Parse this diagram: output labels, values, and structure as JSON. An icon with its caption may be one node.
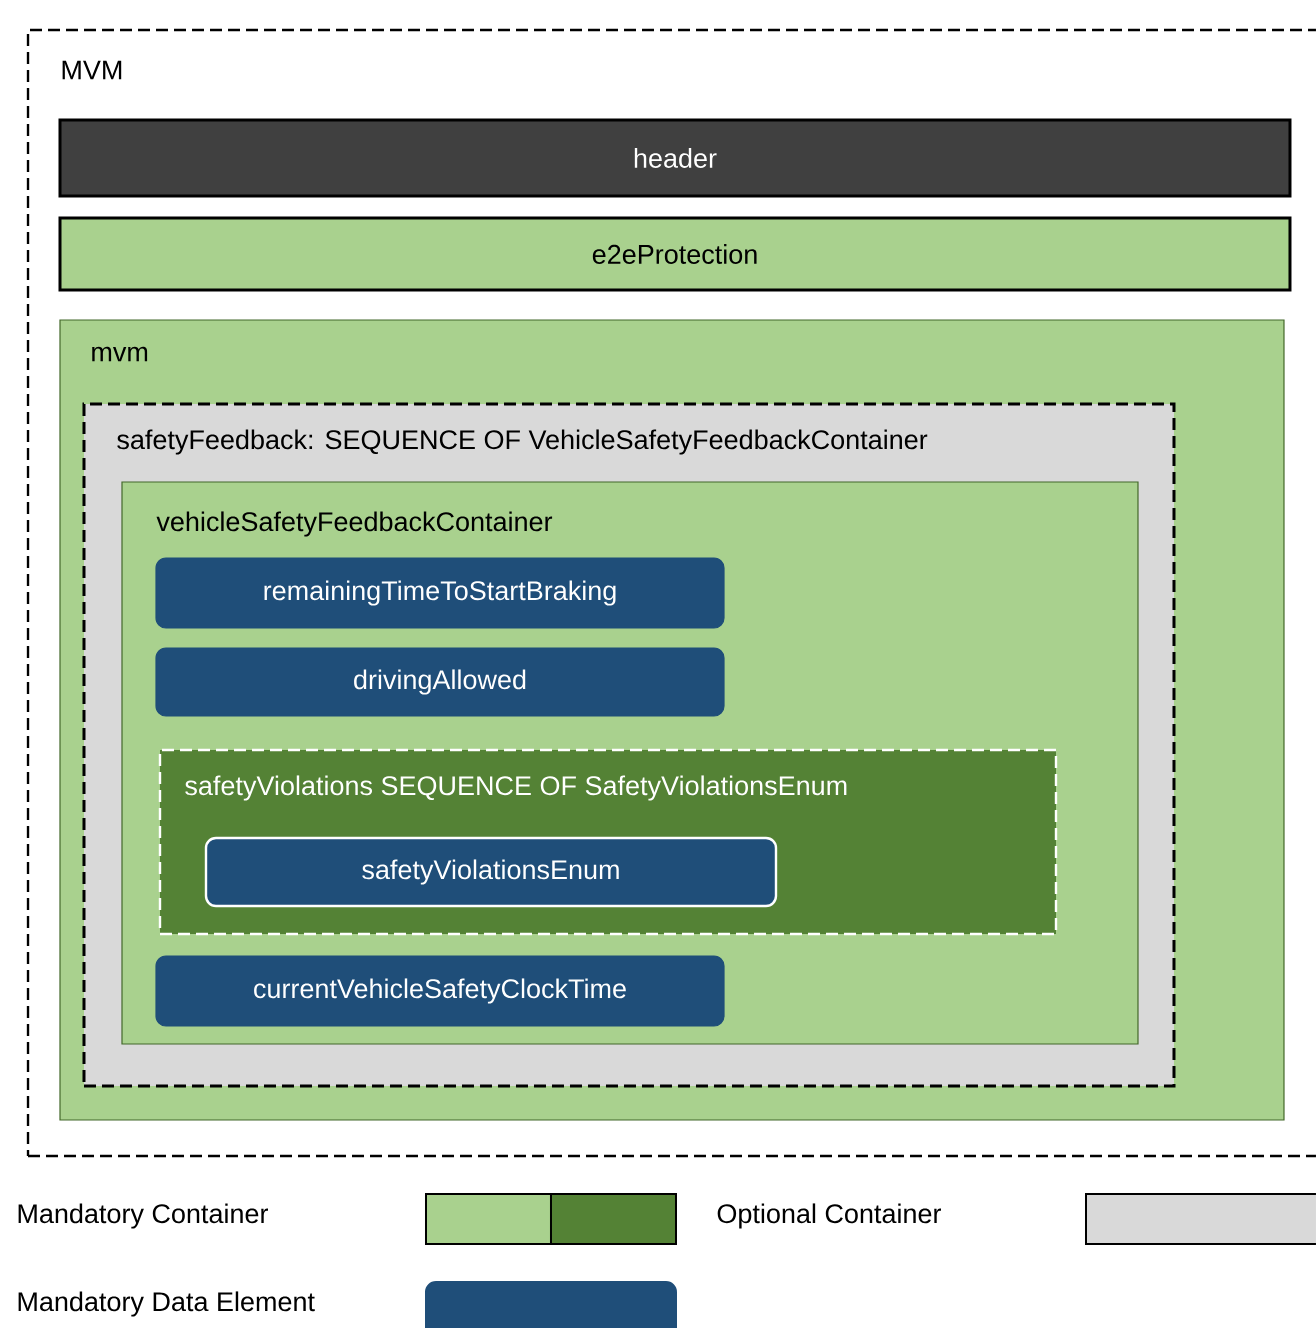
{
  "diagram": {
    "nodes": [
      {
        "text": [
          "MVM"
        ]
      },
      {
        "text": [
          "header"
        ],
        "in": 0
      },
      {
        "text": [
          "e2eProtection"
        ],
        "in": 0
      },
      {
        "text": [
          "mvm"
        ],
        "in": 0
      },
      {
        "text": [
          "safetyFeedback: SEQUENCE OF VehicleSafetyFeedbackContainer"
        ],
        "in": 3
      },
      {
        "text": [
          "vehicleSafetyFeedbackContainer"
        ],
        "in": 4
      },
      {
        "text": [
          "remainingTimeToStartBraking"
        ],
        "in": 5
      },
      {
        "text": [
          "drivingAllowed"
        ],
        "in": 5
      },
      {
        "text": [
          "safetyViolations SEQUENCE OF SafetyViolationsEnum"
        ],
        "in": 5
      },
      {
        "text": [
          "safetyViolationsEnum"
        ],
        "in": 8
      },
      {
        "text": [
          "currentVehicleSafetyClockTime"
        ],
        "in": 5
      }
    ],
    "legend": [
      {
        "text": "Mandatory Container"
      },
      {
        "text": "Optional Container",
        "color": "#d9d9d9"
      },
      {
        "text": "Mandatory Data Element",
        "color": "#1f4e79"
      }
    ]
  }
}
